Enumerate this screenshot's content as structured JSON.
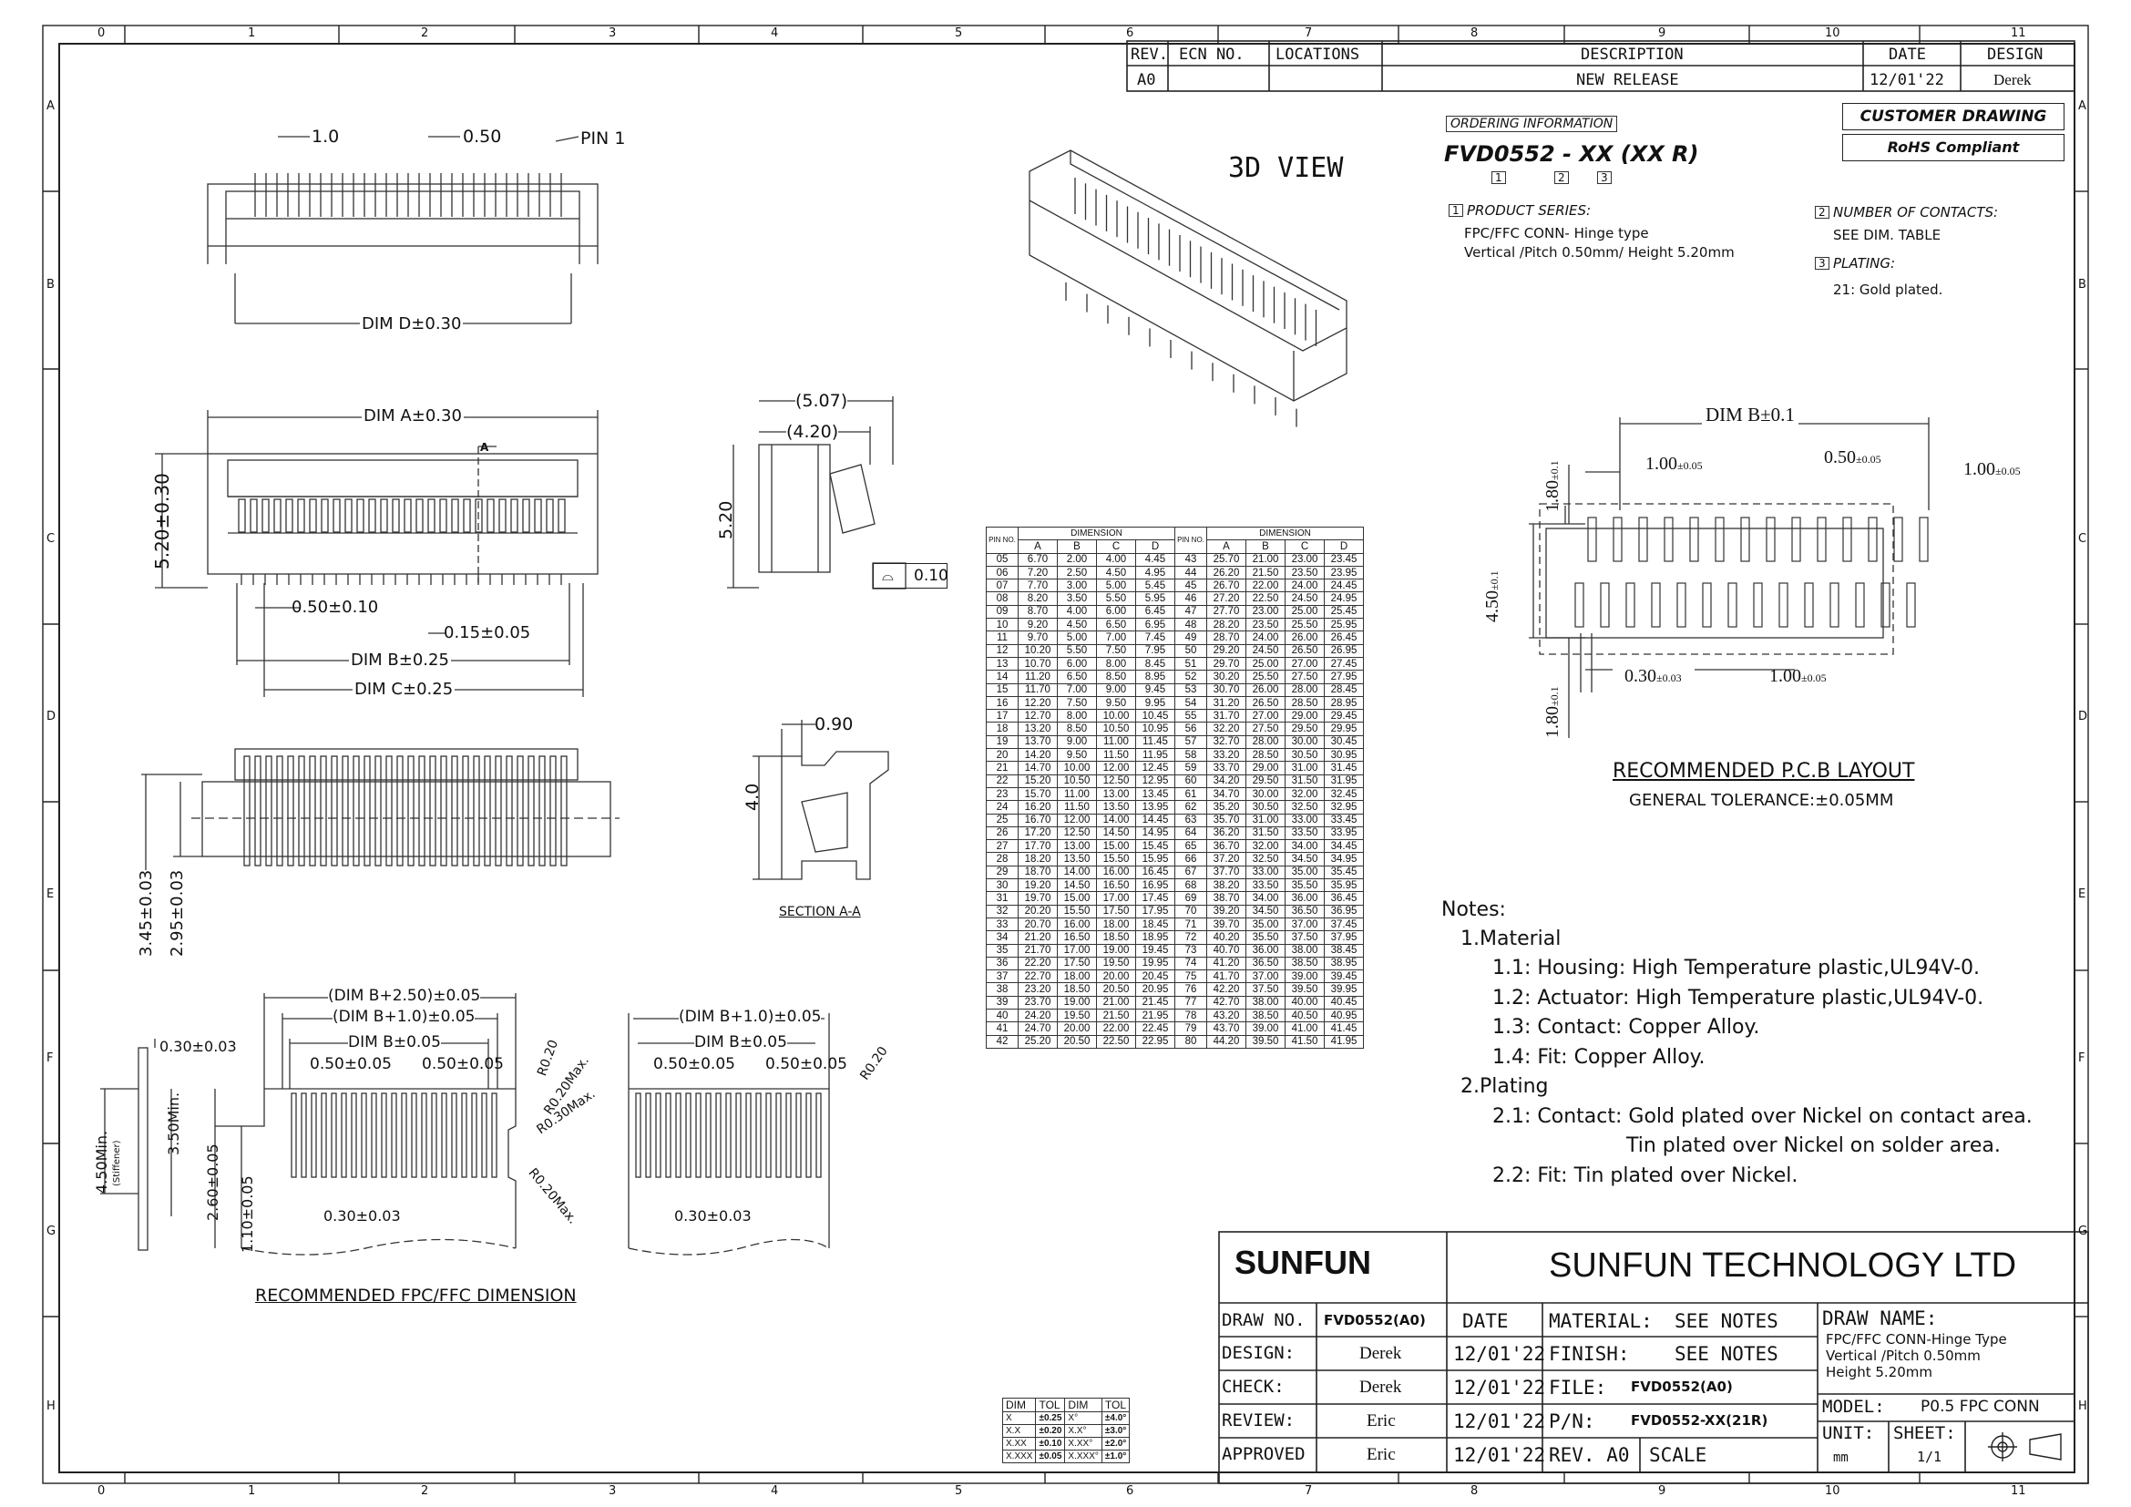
{
  "frame": {
    "col_labels": [
      "0",
      "1",
      "2",
      "3",
      "4",
      "5",
      "6",
      "7",
      "8",
      "9",
      "10",
      "11"
    ],
    "row_labels": [
      "A",
      "B",
      "C",
      "D",
      "E",
      "F",
      "G",
      "H"
    ]
  },
  "revision": {
    "headers": [
      "REV.",
      "ECN NO.",
      "LOCATIONS",
      "DESCRIPTION",
      "DATE",
      "DESIGN"
    ],
    "row": [
      "A0",
      "",
      "",
      "NEW RELEASE",
      "12/01'22",
      "Derek"
    ]
  },
  "ordering": {
    "heading": "ORDERING INFORMATION",
    "part": "FVD0552 - XX (XX R)",
    "markers": [
      "1",
      "2",
      "3"
    ],
    "product_series_title": "PRODUCT SERIES:",
    "product_series_line1": "FPC/FFC CONN- Hinge type",
    "product_series_line2": "Vertical /Pitch 0.50mm/ Height 5.20mm",
    "contacts_title": "NUMBER OF CONTACTS:",
    "contacts_value": "SEE DIM. TABLE",
    "plating_title": "PLATING:",
    "plating_value": "21: Gold plated."
  },
  "badges": {
    "customer": "CUSTOMER DRAWING",
    "rohs": "RoHS Compliant"
  },
  "view3d": "3D VIEW",
  "top_view": {
    "pitch1": "1.0",
    "pitch2": "0.50",
    "pin1": "PIN 1",
    "dim_d": "DIM D±0.30"
  },
  "front_view": {
    "dim_a": "DIM A±0.30",
    "section_mark": "A",
    "height": "5.20±0.30",
    "pitch": "0.50±0.10",
    "width": "0.15±0.05",
    "dim_b": "DIM B±0.25",
    "dim_c": "DIM C±0.25"
  },
  "side_view": {
    "d1": "(5.07)",
    "d2": "(4.20)",
    "h": "5.20",
    "flatness": "0.10"
  },
  "section": {
    "d1": "0.90",
    "h": "4.0",
    "label": "SECTION A-A"
  },
  "bottom_view": {
    "h1": "3.45±0.03",
    "h2": "2.95±0.03"
  },
  "fpc": {
    "d1": "(DIM B+2.50)±0.05",
    "d2": "(DIM B+1.0)±0.05",
    "d3": "DIM B±0.05",
    "p1": "0.50±0.05",
    "p2": "0.50±0.05",
    "r1": "R0.20",
    "r2": "R0.20Max.",
    "r3": "R0.30Max.",
    "r4": "R0.20Max.",
    "t": "0.30±0.03",
    "w": "0.30±0.03",
    "h1": "4.50Min.",
    "h1b": "(Stiffener)",
    "h2": "3.50Min.",
    "h3": "2.60±0.05",
    "h4": "1.10±0.05",
    "d2b": "(DIM B+1.0)±0.05",
    "d3b": "DIM B±0.05",
    "p1b": "0.50±0.05",
    "p2b": "0.50±0.05",
    "r1b": "R0.20",
    "wb": "0.30±0.03",
    "caption": "RECOMMENDED FPC/FFC DIMENSION"
  },
  "pcb": {
    "dim_b": "DIM B±0.1",
    "p1": "1.00",
    "p1t": "±0.05",
    "p2": "0.50",
    "p2t": "±0.05",
    "p3": "1.00",
    "p3t": "±0.05",
    "h1": "1.80",
    "h1t": "±0.1",
    "h2": "4.50",
    "h2t": "±0.1",
    "h3": "1.80",
    "h3t": "±0.1",
    "w1": "0.30",
    "w1t": "±0.03",
    "w2": "1.00",
    "w2t": "±0.05",
    "caption": "RECOMMENDED P.C.B LAYOUT",
    "tolerance": "GENERAL TOLERANCE:±0.05MM"
  },
  "dim_table": {
    "head_pin": "PIN NO.",
    "head_dim": "DIMENSION",
    "cols": [
      "A",
      "B",
      "C",
      "D"
    ],
    "rows": [
      [
        "05",
        "6.70",
        "2.00",
        "4.00",
        "4.45",
        "43",
        "25.70",
        "21.00",
        "23.00",
        "23.45"
      ],
      [
        "06",
        "7.20",
        "2.50",
        "4.50",
        "4.95",
        "44",
        "26.20",
        "21.50",
        "23.50",
        "23.95"
      ],
      [
        "07",
        "7.70",
        "3.00",
        "5.00",
        "5.45",
        "45",
        "26.70",
        "22.00",
        "24.00",
        "24.45"
      ],
      [
        "08",
        "8.20",
        "3.50",
        "5.50",
        "5.95",
        "46",
        "27.20",
        "22.50",
        "24.50",
        "24.95"
      ],
      [
        "09",
        "8.70",
        "4.00",
        "6.00",
        "6.45",
        "47",
        "27.70",
        "23.00",
        "25.00",
        "25.45"
      ],
      [
        "10",
        "9.20",
        "4.50",
        "6.50",
        "6.95",
        "48",
        "28.20",
        "23.50",
        "25.50",
        "25.95"
      ],
      [
        "11",
        "9.70",
        "5.00",
        "7.00",
        "7.45",
        "49",
        "28.70",
        "24.00",
        "26.00",
        "26.45"
      ],
      [
        "12",
        "10.20",
        "5.50",
        "7.50",
        "7.95",
        "50",
        "29.20",
        "24.50",
        "26.50",
        "26.95"
      ],
      [
        "13",
        "10.70",
        "6.00",
        "8.00",
        "8.45",
        "51",
        "29.70",
        "25.00",
        "27.00",
        "27.45"
      ],
      [
        "14",
        "11.20",
        "6.50",
        "8.50",
        "8.95",
        "52",
        "30.20",
        "25.50",
        "27.50",
        "27.95"
      ],
      [
        "15",
        "11.70",
        "7.00",
        "9.00",
        "9.45",
        "53",
        "30.70",
        "26.00",
        "28.00",
        "28.45"
      ],
      [
        "16",
        "12.20",
        "7.50",
        "9.50",
        "9.95",
        "54",
        "31.20",
        "26.50",
        "28.50",
        "28.95"
      ],
      [
        "17",
        "12.70",
        "8.00",
        "10.00",
        "10.45",
        "55",
        "31.70",
        "27.00",
        "29.00",
        "29.45"
      ],
      [
        "18",
        "13.20",
        "8.50",
        "10.50",
        "10.95",
        "56",
        "32.20",
        "27.50",
        "29.50",
        "29.95"
      ],
      [
        "19",
        "13.70",
        "9.00",
        "11.00",
        "11.45",
        "57",
        "32.70",
        "28.00",
        "30.00",
        "30.45"
      ],
      [
        "20",
        "14.20",
        "9.50",
        "11.50",
        "11.95",
        "58",
        "33.20",
        "28.50",
        "30.50",
        "30.95"
      ],
      [
        "21",
        "14.70",
        "10.00",
        "12.00",
        "12.45",
        "59",
        "33.70",
        "29.00",
        "31.00",
        "31.45"
      ],
      [
        "22",
        "15.20",
        "10.50",
        "12.50",
        "12.95",
        "60",
        "34.20",
        "29.50",
        "31.50",
        "31.95"
      ],
      [
        "23",
        "15.70",
        "11.00",
        "13.00",
        "13.45",
        "61",
        "34.70",
        "30.00",
        "32.00",
        "32.45"
      ],
      [
        "24",
        "16.20",
        "11.50",
        "13.50",
        "13.95",
        "62",
        "35.20",
        "30.50",
        "32.50",
        "32.95"
      ],
      [
        "25",
        "16.70",
        "12.00",
        "14.00",
        "14.45",
        "63",
        "35.70",
        "31.00",
        "33.00",
        "33.45"
      ],
      [
        "26",
        "17.20",
        "12.50",
        "14.50",
        "14.95",
        "64",
        "36.20",
        "31.50",
        "33.50",
        "33.95"
      ],
      [
        "27",
        "17.70",
        "13.00",
        "15.00",
        "15.45",
        "65",
        "36.70",
        "32.00",
        "34.00",
        "34.45"
      ],
      [
        "28",
        "18.20",
        "13.50",
        "15.50",
        "15.95",
        "66",
        "37.20",
        "32.50",
        "34.50",
        "34.95"
      ],
      [
        "29",
        "18.70",
        "14.00",
        "16.00",
        "16.45",
        "67",
        "37.70",
        "33.00",
        "35.00",
        "35.45"
      ],
      [
        "30",
        "19.20",
        "14.50",
        "16.50",
        "16.95",
        "68",
        "38.20",
        "33.50",
        "35.50",
        "35.95"
      ],
      [
        "31",
        "19.70",
        "15.00",
        "17.00",
        "17.45",
        "69",
        "38.70",
        "34.00",
        "36.00",
        "36.45"
      ],
      [
        "32",
        "20.20",
        "15.50",
        "17.50",
        "17.95",
        "70",
        "39.20",
        "34.50",
        "36.50",
        "36.95"
      ],
      [
        "33",
        "20.70",
        "16.00",
        "18.00",
        "18.45",
        "71",
        "39.70",
        "35.00",
        "37.00",
        "37.45"
      ],
      [
        "34",
        "21.20",
        "16.50",
        "18.50",
        "18.95",
        "72",
        "40.20",
        "35.50",
        "37.50",
        "37.95"
      ],
      [
        "35",
        "21.70",
        "17.00",
        "19.00",
        "19.45",
        "73",
        "40.70",
        "36.00",
        "38.00",
        "38.45"
      ],
      [
        "36",
        "22.20",
        "17.50",
        "19.50",
        "19.95",
        "74",
        "41.20",
        "36.50",
        "38.50",
        "38.95"
      ],
      [
        "37",
        "22.70",
        "18.00",
        "20.00",
        "20.45",
        "75",
        "41.70",
        "37.00",
        "39.00",
        "39.45"
      ],
      [
        "38",
        "23.20",
        "18.50",
        "20.50",
        "20.95",
        "76",
        "42.20",
        "37.50",
        "39.50",
        "39.95"
      ],
      [
        "39",
        "23.70",
        "19.00",
        "21.00",
        "21.45",
        "77",
        "42.70",
        "38.00",
        "40.00",
        "40.45"
      ],
      [
        "40",
        "24.20",
        "19.50",
        "21.50",
        "21.95",
        "78",
        "43.20",
        "38.50",
        "40.50",
        "40.95"
      ],
      [
        "41",
        "24.70",
        "20.00",
        "22.00",
        "22.45",
        "79",
        "43.70",
        "39.00",
        "41.00",
        "41.45"
      ],
      [
        "42",
        "25.20",
        "20.50",
        "22.50",
        "22.95",
        "80",
        "44.20",
        "39.50",
        "41.50",
        "41.95"
      ]
    ]
  },
  "notes": {
    "title": "Notes:",
    "lines": [
      "1.Material",
      "1.1: Housing: High Temperature plastic,UL94V-0.",
      "1.2: Actuator: High Temperature plastic,UL94V-0.",
      "1.3: Contact: Copper Alloy.",
      "1.4: Fit: Copper Alloy.",
      "2.Plating",
      "2.1: Contact: Gold plated over Nickel on contact area.",
      "Tin plated over Nickel on solder area.",
      "2.2: Fit: Tin plated over Nickel."
    ]
  },
  "tolerance_table": {
    "headers": [
      "DIM",
      "TOL",
      "DIM",
      "TOL"
    ],
    "rows": [
      [
        "X",
        "±0.25",
        "X°",
        "±4.0°"
      ],
      [
        "X.X",
        "±0.20",
        "X.X°",
        "±3.0°"
      ],
      [
        "X.XX",
        "±0.10",
        "X.XX°",
        "±2.0°"
      ],
      [
        "X.XXX",
        "±0.05",
        "X.XXX°",
        "±1.0°"
      ]
    ]
  },
  "title_block": {
    "logo": "SUNFUN",
    "company": "SUNFUN TECHNOLOGY LTD",
    "draw_no_label": "DRAW NO.",
    "draw_no_value": "FVD0552(A0)",
    "date_label": "DATE",
    "material_label": "MATERIAL:",
    "material_value": "SEE NOTES",
    "draw_name_label": "DRAW NAME:",
    "draw_name_value1": "FPC/FFC CONN-Hinge Type",
    "draw_name_value2": "Vertical /Pitch 0.50mm",
    "draw_name_value3": "Height 5.20mm",
    "design_label": "DESIGN:",
    "design_value": "Derek",
    "design_date": "12/01'22",
    "finish_label": "FINISH:",
    "finish_value": "SEE NOTES",
    "check_label": "CHECK:",
    "check_value": "Derek",
    "check_date": "12/01'22",
    "file_label": "FILE:",
    "file_value": "FVD0552(A0)",
    "model_label": "MODEL:",
    "model_value": "P0.5 FPC CONN",
    "review_label": "REVIEW:",
    "review_value": "Eric",
    "review_date": "12/01'22",
    "pn_label": "P/N:",
    "pn_value": "FVD0552-XX(21R)",
    "unit_label": "UNIT:",
    "unit_value": "mm",
    "sheet_label": "SHEET:",
    "sheet_value": "1/1",
    "approved_label": "APPROVED",
    "approved_value": "Eric",
    "approved_date": "12/01'22",
    "rev_label": "REV. A0",
    "scale_label": "SCALE"
  }
}
